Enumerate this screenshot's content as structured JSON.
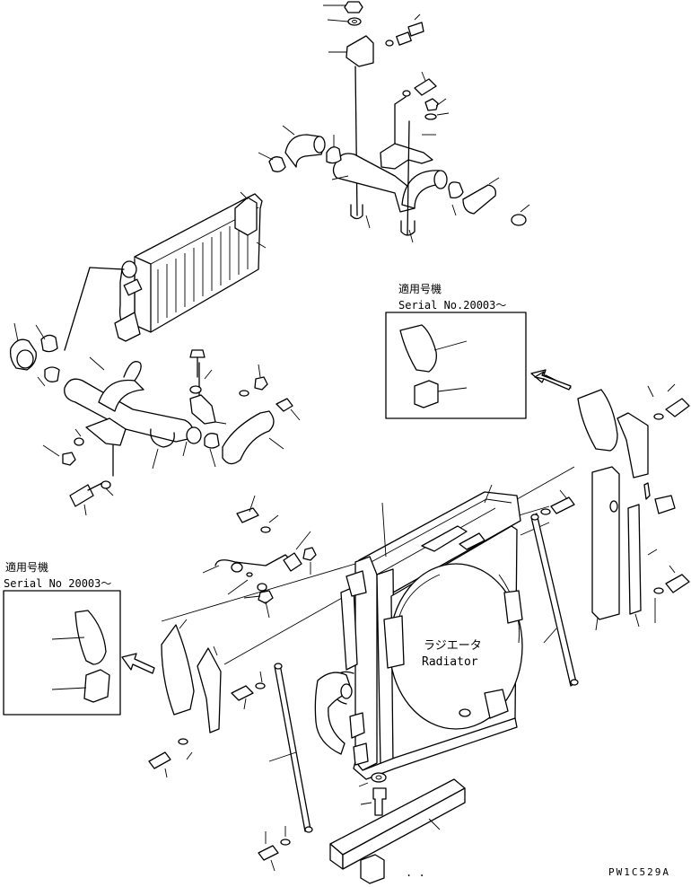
{
  "diagram": {
    "drawing_code": "PW1C529A",
    "radiator_label_ja": "ラジエータ",
    "radiator_label_en": "Radiator",
    "inset_right": {
      "title": "適用号機",
      "serial": "Serial No.20003～"
    },
    "inset_left": {
      "title": "適用号機",
      "serial": "Serial No 20003～"
    },
    "bottom_dots": ". ."
  }
}
